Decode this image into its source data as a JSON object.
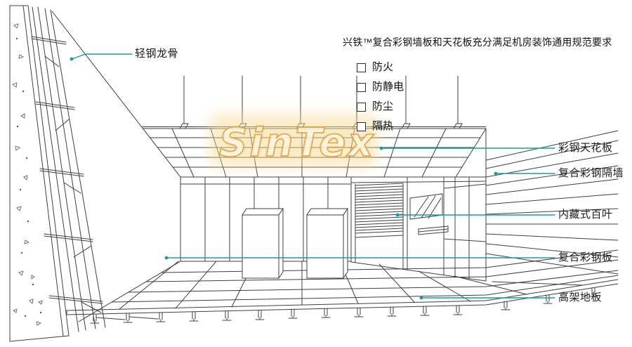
{
  "accent_color": "#1d9b9b",
  "title": "兴铁™复合彩钢墙板和天花板充分满足机房装饰通用规范要求",
  "checklist": [
    "防火",
    "防静电",
    "防尘",
    "隔热"
  ],
  "callouts": {
    "steel_keel": "轻钢龙骨",
    "ceiling_panel": "彩钢天花板",
    "partition_wall": "复合彩钢隔墙",
    "hidden_louver": "内藏式百叶",
    "composite_panel": "复合彩钢板",
    "raised_floor": "高架地板"
  },
  "watermark": "SinTex"
}
